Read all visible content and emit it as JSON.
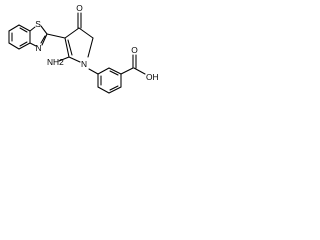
{
  "molecule": {
    "atom_labels": {
      "S": "S",
      "N_thiazole": "N",
      "O_ketone": "O",
      "NH2": "NH2",
      "N_ring": "N",
      "O_acid": "O",
      "OH": "OH"
    }
  },
  "colors": {
    "bond": "#000000",
    "background": "#ffffff"
  }
}
